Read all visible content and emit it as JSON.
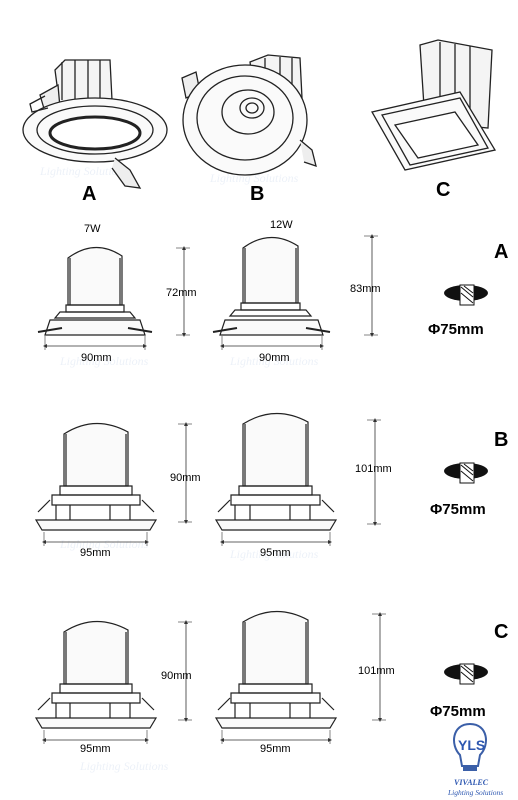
{
  "products": {
    "a": {
      "letter": "A"
    },
    "b": {
      "letter": "B"
    },
    "c": {
      "letter": "C"
    }
  },
  "rows": [
    {
      "letter": "A",
      "left": {
        "watt": "7W",
        "height": "72mm",
        "width": "90mm"
      },
      "right": {
        "watt": "12W",
        "height": "83mm",
        "width": "90mm"
      },
      "cutout": "Φ75mm"
    },
    {
      "letter": "B",
      "left": {
        "height": "90mm",
        "width": "95mm"
      },
      "right": {
        "height": "101mm",
        "width": "95mm"
      },
      "cutout": "Φ75mm"
    },
    {
      "letter": "C",
      "left": {
        "height": "90mm",
        "width": "95mm"
      },
      "right": {
        "height": "101mm",
        "width": "95mm"
      },
      "cutout": "Φ75mm"
    }
  ],
  "logo": {
    "brand": "VIVALEC",
    "tagline": "Lighting Solutions",
    "mark": "YLS"
  },
  "icons": {
    "cutout": "ceiling-cutout-icon",
    "logo": "bulb-logo-icon"
  }
}
